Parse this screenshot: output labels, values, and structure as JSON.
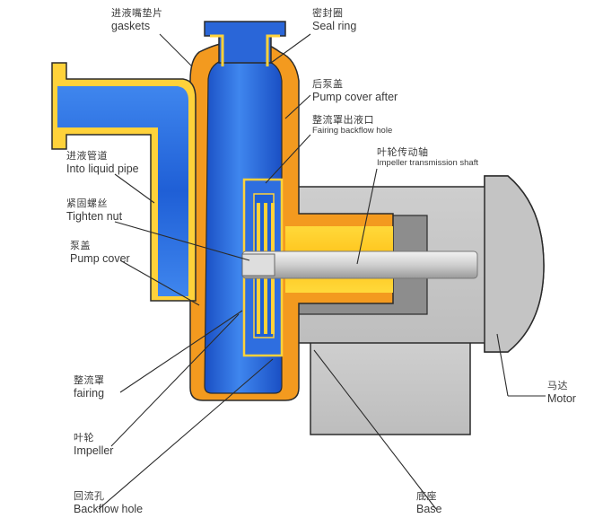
{
  "labels": {
    "gaskets": {
      "cn": "进液嘴垫片",
      "en": "gaskets"
    },
    "seal_ring": {
      "cn": "密封圈",
      "en": "Seal ring"
    },
    "pump_cover_after": {
      "cn": "后泵盖",
      "en": "Pump cover after"
    },
    "fairing_backflow_hole": {
      "cn": "整流罩出液口",
      "en": "Fairing backflow hole"
    },
    "impeller_shaft": {
      "cn": "叶轮传动轴",
      "en": "Impeller transmission shaft"
    },
    "into_liquid_pipe": {
      "cn": "进液管道",
      "en": "Into liquid pipe"
    },
    "tighten_nut": {
      "cn": "紧固螺丝",
      "en": "Tighten nut"
    },
    "pump_cover": {
      "cn": "泵盖",
      "en": "Pump cover"
    },
    "fairing": {
      "cn": "整流罩",
      "en": "fairing"
    },
    "impeller": {
      "cn": "叶轮",
      "en": "Impeller"
    },
    "backflow_hole": {
      "cn": "回流孔",
      "en": "Backflow hole"
    },
    "base": {
      "cn": "底座",
      "en": "Base"
    },
    "motor": {
      "cn": "马达",
      "en": "Motor"
    }
  },
  "colors": {
    "liquid_blue": "#1f5fd6",
    "liquid_blue_light": "#3f86ee",
    "pump_orange": "#f39a1f",
    "pump_yellow": "#ffd23a",
    "motor_gray": "#c8c8c8",
    "motor_gray_dark": "#8c8c8c",
    "outline": "#2b2b2b",
    "shaft": "#d8d8d8"
  }
}
